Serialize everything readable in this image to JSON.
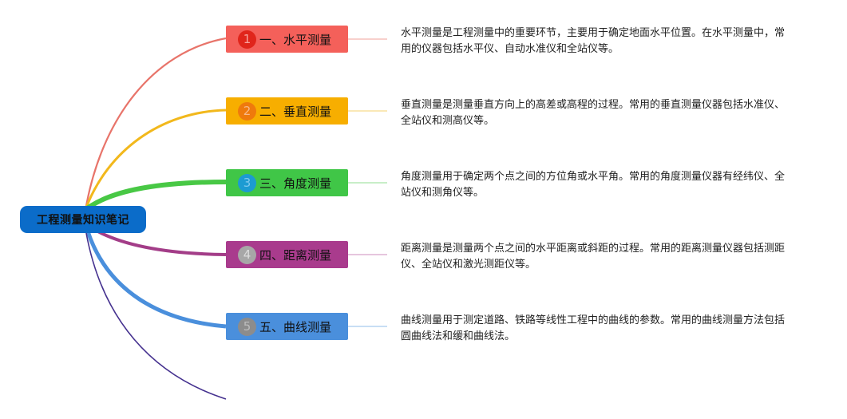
{
  "root": {
    "label": "工程测量知识笔记",
    "color": "#0b6cc9"
  },
  "topics": [
    {
      "number": "1",
      "label": "一、水平测量",
      "color": "#f4605a",
      "badge_color": "#e0251b",
      "badge_text_color": "#f7a39e",
      "branch_color": "#e8746a",
      "connector_color": "#f4b3ae",
      "note": "水平测量是工程测量中的重要环节，主要用于确定地面水平位置。在水平测量中，常用的仪器包括水平仪、自动水准仪和全站仪等。"
    },
    {
      "number": "2",
      "label": "二、垂直测量",
      "color": "#f7ae00",
      "badge_color": "#ef7a0c",
      "badge_text_color": "#f7b88a",
      "branch_color": "#f2b81c",
      "connector_color": "#f7d98c",
      "note": "垂直测量是测量垂直方向上的高差或高程的过程。常用的垂直测量仪器包括水准仪、全站仪和测高仪等。"
    },
    {
      "number": "3",
      "label": "三、角度测量",
      "color": "#40c647",
      "badge_color": "#1c9bd2",
      "badge_text_color": "#7cc8ee",
      "branch_color": "#48c845",
      "connector_color": "#a7e3a8",
      "note": "角度测量用于确定两个点之间的方位角或水平角。常用的角度测量仪器有经纬仪、全站仪和测角仪等。"
    },
    {
      "number": "4",
      "label": "四、距离测量",
      "color": "#a93b8d",
      "badge_color": "#a7a7a7",
      "badge_text_color": "#dcdcdc",
      "branch_color": "#a33d88",
      "connector_color": "#d6a4c9",
      "note": "距离测量是测量两个点之间的水平距离或斜距的过程。常用的距离测量仪器包括测距仪、全站仪和激光测距仪等。"
    },
    {
      "number": "5",
      "label": "五、曲线测量",
      "color": "#4a8fdc",
      "badge_color": "#8c8c8c",
      "badge_text_color": "#bdbdbd",
      "branch_color": "#4a8fdc",
      "connector_color": "#a8c9ee",
      "note": "曲线测量用于测定道路、铁路等线性工程中的曲线的参数。常用的曲线测量方法包括圆曲线法和缓和曲线法。"
    }
  ],
  "extra_branch": {
    "color": "#45318f"
  }
}
